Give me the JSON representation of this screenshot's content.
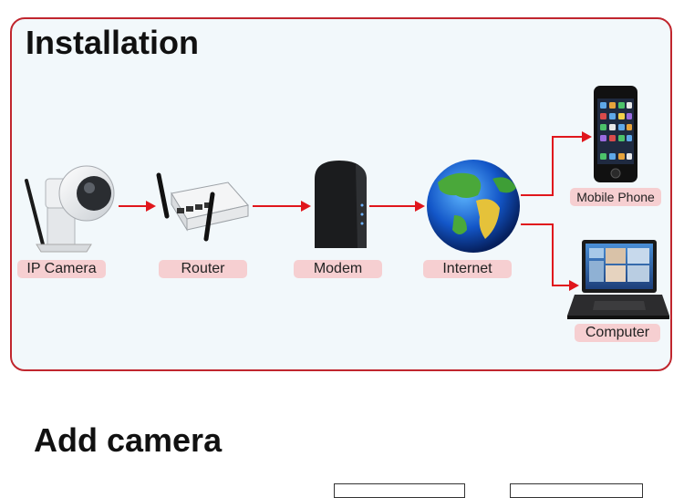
{
  "section_titles": {
    "installation": "Installation",
    "add_camera": "Add camera"
  },
  "nodes": {
    "ip_camera": "IP Camera",
    "router": "Router",
    "modem": "Modem",
    "internet": "Internet",
    "mobile_phone": "Mobile Phone",
    "computer": "Computer"
  },
  "colors": {
    "accent": "#c0262e",
    "arrow": "#e0161c",
    "label_bg": "#f6cfd1",
    "panel_bg": "#f2f8fb"
  },
  "icons": [
    "ip-camera-icon",
    "router-icon",
    "modem-icon",
    "globe-icon",
    "smartphone-icon",
    "laptop-icon"
  ]
}
